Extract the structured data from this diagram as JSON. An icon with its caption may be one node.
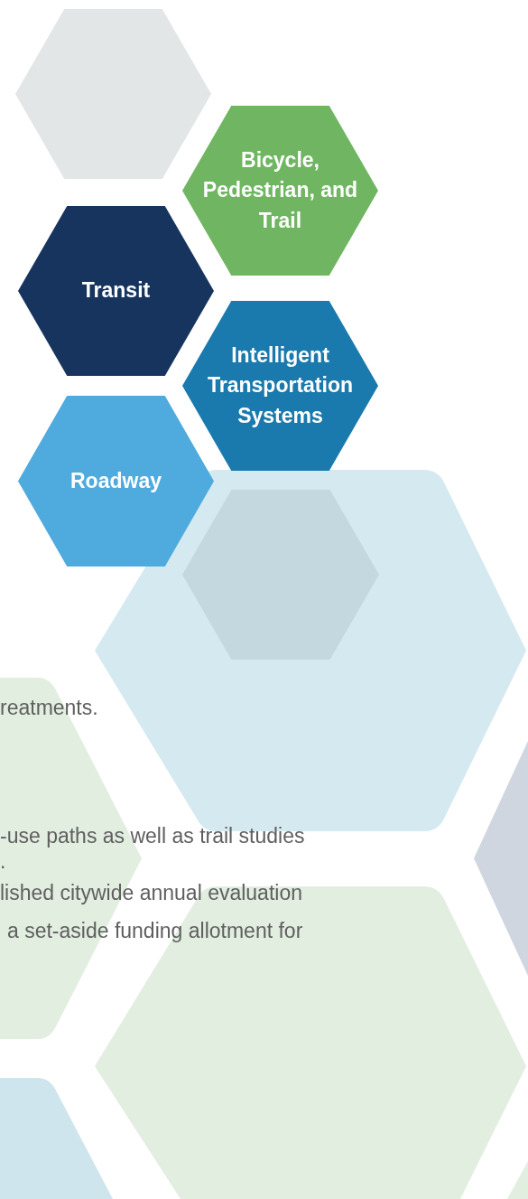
{
  "diagram": {
    "nodes": [
      {
        "text": [],
        "shape": "hexagon"
      },
      {
        "text": [
          "Bicycle, Pedestrian, and Trail"
        ]
      },
      {
        "text": [
          "Transit"
        ]
      },
      {
        "text": [
          "Intelligent Transportation Systems"
        ]
      },
      {
        "text": [
          "Roadway"
        ]
      },
      {
        "text": [],
        "shape": "hexagon"
      }
    ],
    "labels": [
      "reatments.",
      "-use paths as well as trail studies",
      ".",
      "lished citywide annual evaluation",
      "a set-aside funding allotment for"
    ]
  }
}
